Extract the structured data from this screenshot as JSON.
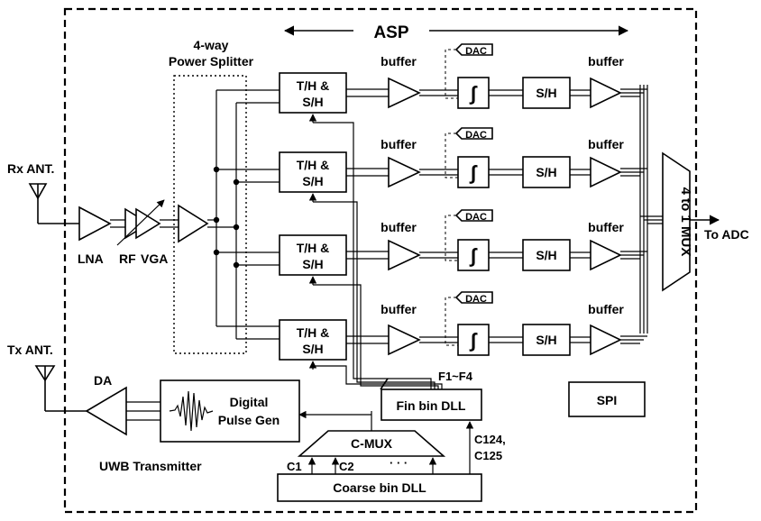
{
  "labels": {
    "asp": "ASP",
    "splitter_line1": "4-way",
    "splitter_line2": "Power Splitter",
    "rx_ant": "Rx ANT.",
    "tx_ant": "Tx ANT.",
    "lna": "LNA",
    "rf": "RF",
    "vga": "VGA",
    "th_line1": "T/H &",
    "th_line2": "S/H",
    "buffer": "buffer",
    "dac": "DAC",
    "integrator": "∫",
    "sh": "S/H",
    "mux": "4 to 1 MUX",
    "to_adc": "To ADC",
    "da": "DA",
    "digital_pulse_gen_line1": "Digital",
    "digital_pulse_gen_line2": "Pulse Gen",
    "uwb_transmitter": "UWB Transmitter",
    "f1_f4": "F1~F4",
    "fin_bin_dll": "Fin bin DLL",
    "spi": "SPI",
    "c_mux": "C-MUX",
    "c124": "C124,",
    "c125": "C125",
    "c1": "C1",
    "c2": "C2",
    "dots": "· · ·",
    "coarse_bin_dll": "Coarse bin DLL"
  }
}
